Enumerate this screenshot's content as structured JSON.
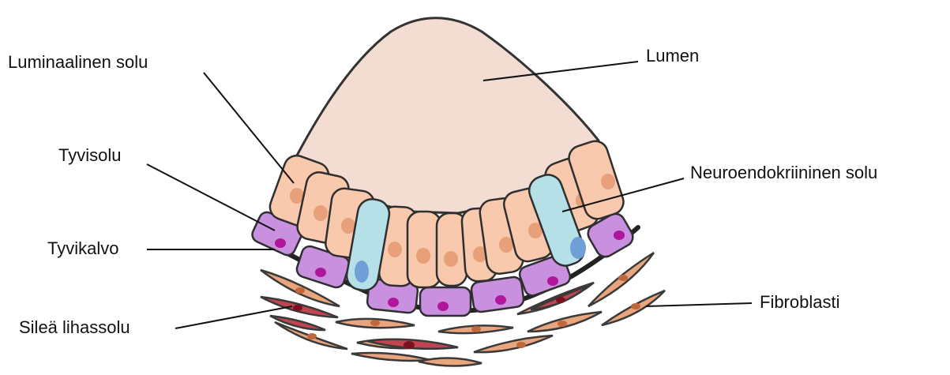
{
  "labels": {
    "luminal_cell": "Luminaalinen solu",
    "lumen": "Lumen",
    "basal_cell": "Tyvisolu",
    "neuroendocrine_cell": "Neuroendokriininen solu",
    "basement_membrane": "Tyvikalvo",
    "smooth_muscle_cell": "Sileä lihassolu",
    "fibroblast": "Fibroblasti"
  },
  "colors": {
    "lumen": "#f3ddd3",
    "luminal_cell": "#f8c9ac",
    "luminal_nucleus": "#e8a07a",
    "neuroendocrine_cell": "#b6e0e8",
    "neuroendocrine_nucleus": "#6f9fd6",
    "basal_cell": "#c990e0",
    "basal_nucleus": "#b0159a",
    "fibroblast": "#e9a57e",
    "fibroblast_nucleus": "#c0683c",
    "smooth_muscle": "#c04550",
    "smooth_muscle_nucleus": "#7a1020",
    "outline": "#3a3a3a"
  }
}
